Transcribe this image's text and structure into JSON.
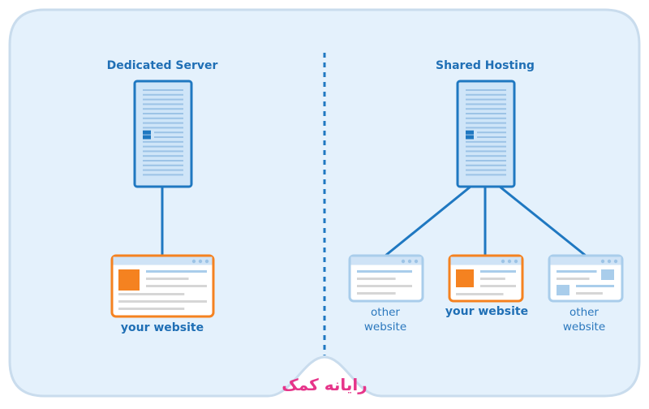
{
  "diagram": {
    "left_panel": {
      "title": "Dedicated Server",
      "website_label": "your website"
    },
    "right_panel": {
      "title": "Shared Hosting",
      "websites": [
        {
          "label_line1": "other",
          "label_line2": "website",
          "highlight": false
        },
        {
          "label_line1": "your website",
          "label_line2": "",
          "highlight": true
        },
        {
          "label_line1": "other",
          "label_line2": "website",
          "highlight": false
        }
      ]
    },
    "brand_text": "رایانه کمک",
    "colors": {
      "background_panel": "#e4f1fc",
      "server_fill": "#cfe5f8",
      "server_stroke": "#1f78c1",
      "connector": "#1f78c1",
      "highlight": "#f58220",
      "other_site_stroke": "#a9cdeb",
      "title_text": "#1f6fb5",
      "brand": "#e6358a"
    }
  }
}
